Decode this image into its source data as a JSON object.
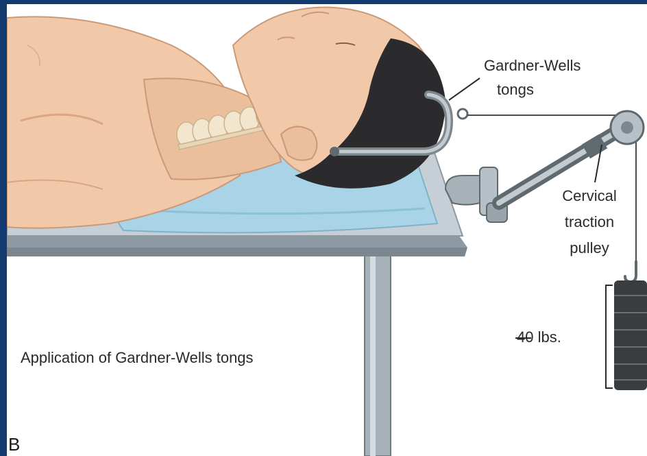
{
  "labels": {
    "tongs_line1": "Gardner-Wells",
    "tongs_line2": "tongs",
    "pulley_line1": "Cervical",
    "pulley_line2": "traction",
    "pulley_line3": "pulley",
    "weight": "40 lbs.",
    "caption": "Application of Gardner-Wells tongs",
    "panel_letter": "B"
  },
  "colors": {
    "frame": "#123a6e",
    "skin": "#f1c9a8",
    "skin_shadow": "#d9a582",
    "hair": "#2b2b2e",
    "pillow": "#a9d3e6",
    "table_top": "#c6cfd6",
    "table_edge": "#8e9aa3",
    "metal": "#9aa4ab",
    "weight_dark": "#3a3d40",
    "bone": "#f3e6cf"
  }
}
